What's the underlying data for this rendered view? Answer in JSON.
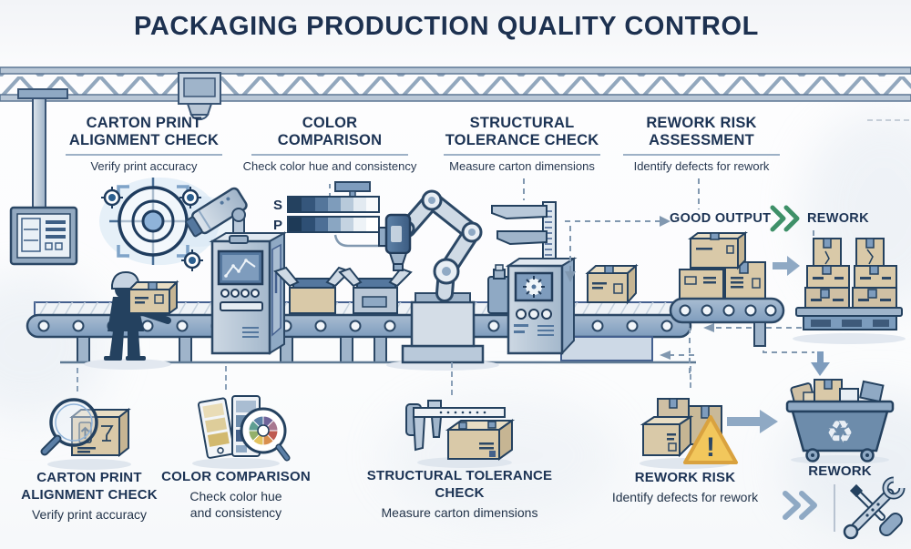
{
  "title": "PACKAGING PRODUCTION QUALITY CONTROL",
  "stations": [
    {
      "heading": "CARTON PRINT\nALIGNMENT CHECK",
      "subtext": "Verify print accuracy"
    },
    {
      "heading": "COLOR\nCOMPARISON",
      "subtext": "Check color hue and consistency"
    },
    {
      "heading": "STRUCTURAL\nTOLERANCE CHECK",
      "subtext": "Measure carton dimensions"
    },
    {
      "heading": "REWORK RISK\nASSESSMENT",
      "subtext": "Identify defects for rework"
    }
  ],
  "flow": {
    "good_output_label": "GOOD OUTPUT",
    "rework_label": "REWORK"
  },
  "color_comparison_bars": {
    "sample_label": "S",
    "print_label": "P",
    "sample_segments": [
      "#24415f",
      "#35567b",
      "#54769b",
      "#7e9cbb",
      "#b7c9da",
      "#e2eaf1",
      "#f8fafc"
    ],
    "print_segments": [
      "#1e3a57",
      "#2e4f74",
      "#4d6f96",
      "#8aa6c2",
      "#c4d3e1",
      "#eef3f7",
      "#ffffff"
    ]
  },
  "legend": [
    {
      "heading": "CARTON PRINT\nALIGNMENT CHECK",
      "subtext": "Verify print accuracy",
      "icon": "magnifier-box-icon"
    },
    {
      "heading": "COLOR COMPARISON",
      "subtext": "Check color hue\nand consistency",
      "icon": "color-swatch-magnifier-icon"
    },
    {
      "heading": "STRUCTURAL TOLERANCE CHECK",
      "subtext": "Measure carton dimensions",
      "icon": "caliper-box-icon"
    },
    {
      "heading": "REWORK RISK",
      "subtext": "Identify defects for rework",
      "icon": "damaged-boxes-warning-icon"
    },
    {
      "heading": "REWORK",
      "subtext": "",
      "icon": "rework-bin-icon"
    }
  ],
  "glyphs": {
    "warning_mark": "!",
    "recycle": "♻"
  },
  "colors": {
    "title_navy": "#1d3353",
    "outline_navy": "#2b4765",
    "steel_blue": "#8fa9c4",
    "steel_light": "#cdd9e6",
    "carton_tan": "#d9c9a8",
    "good_output_green": "#3e9068",
    "warning_yellow": "#f2c75c",
    "dash_gray": "#8198b0"
  }
}
